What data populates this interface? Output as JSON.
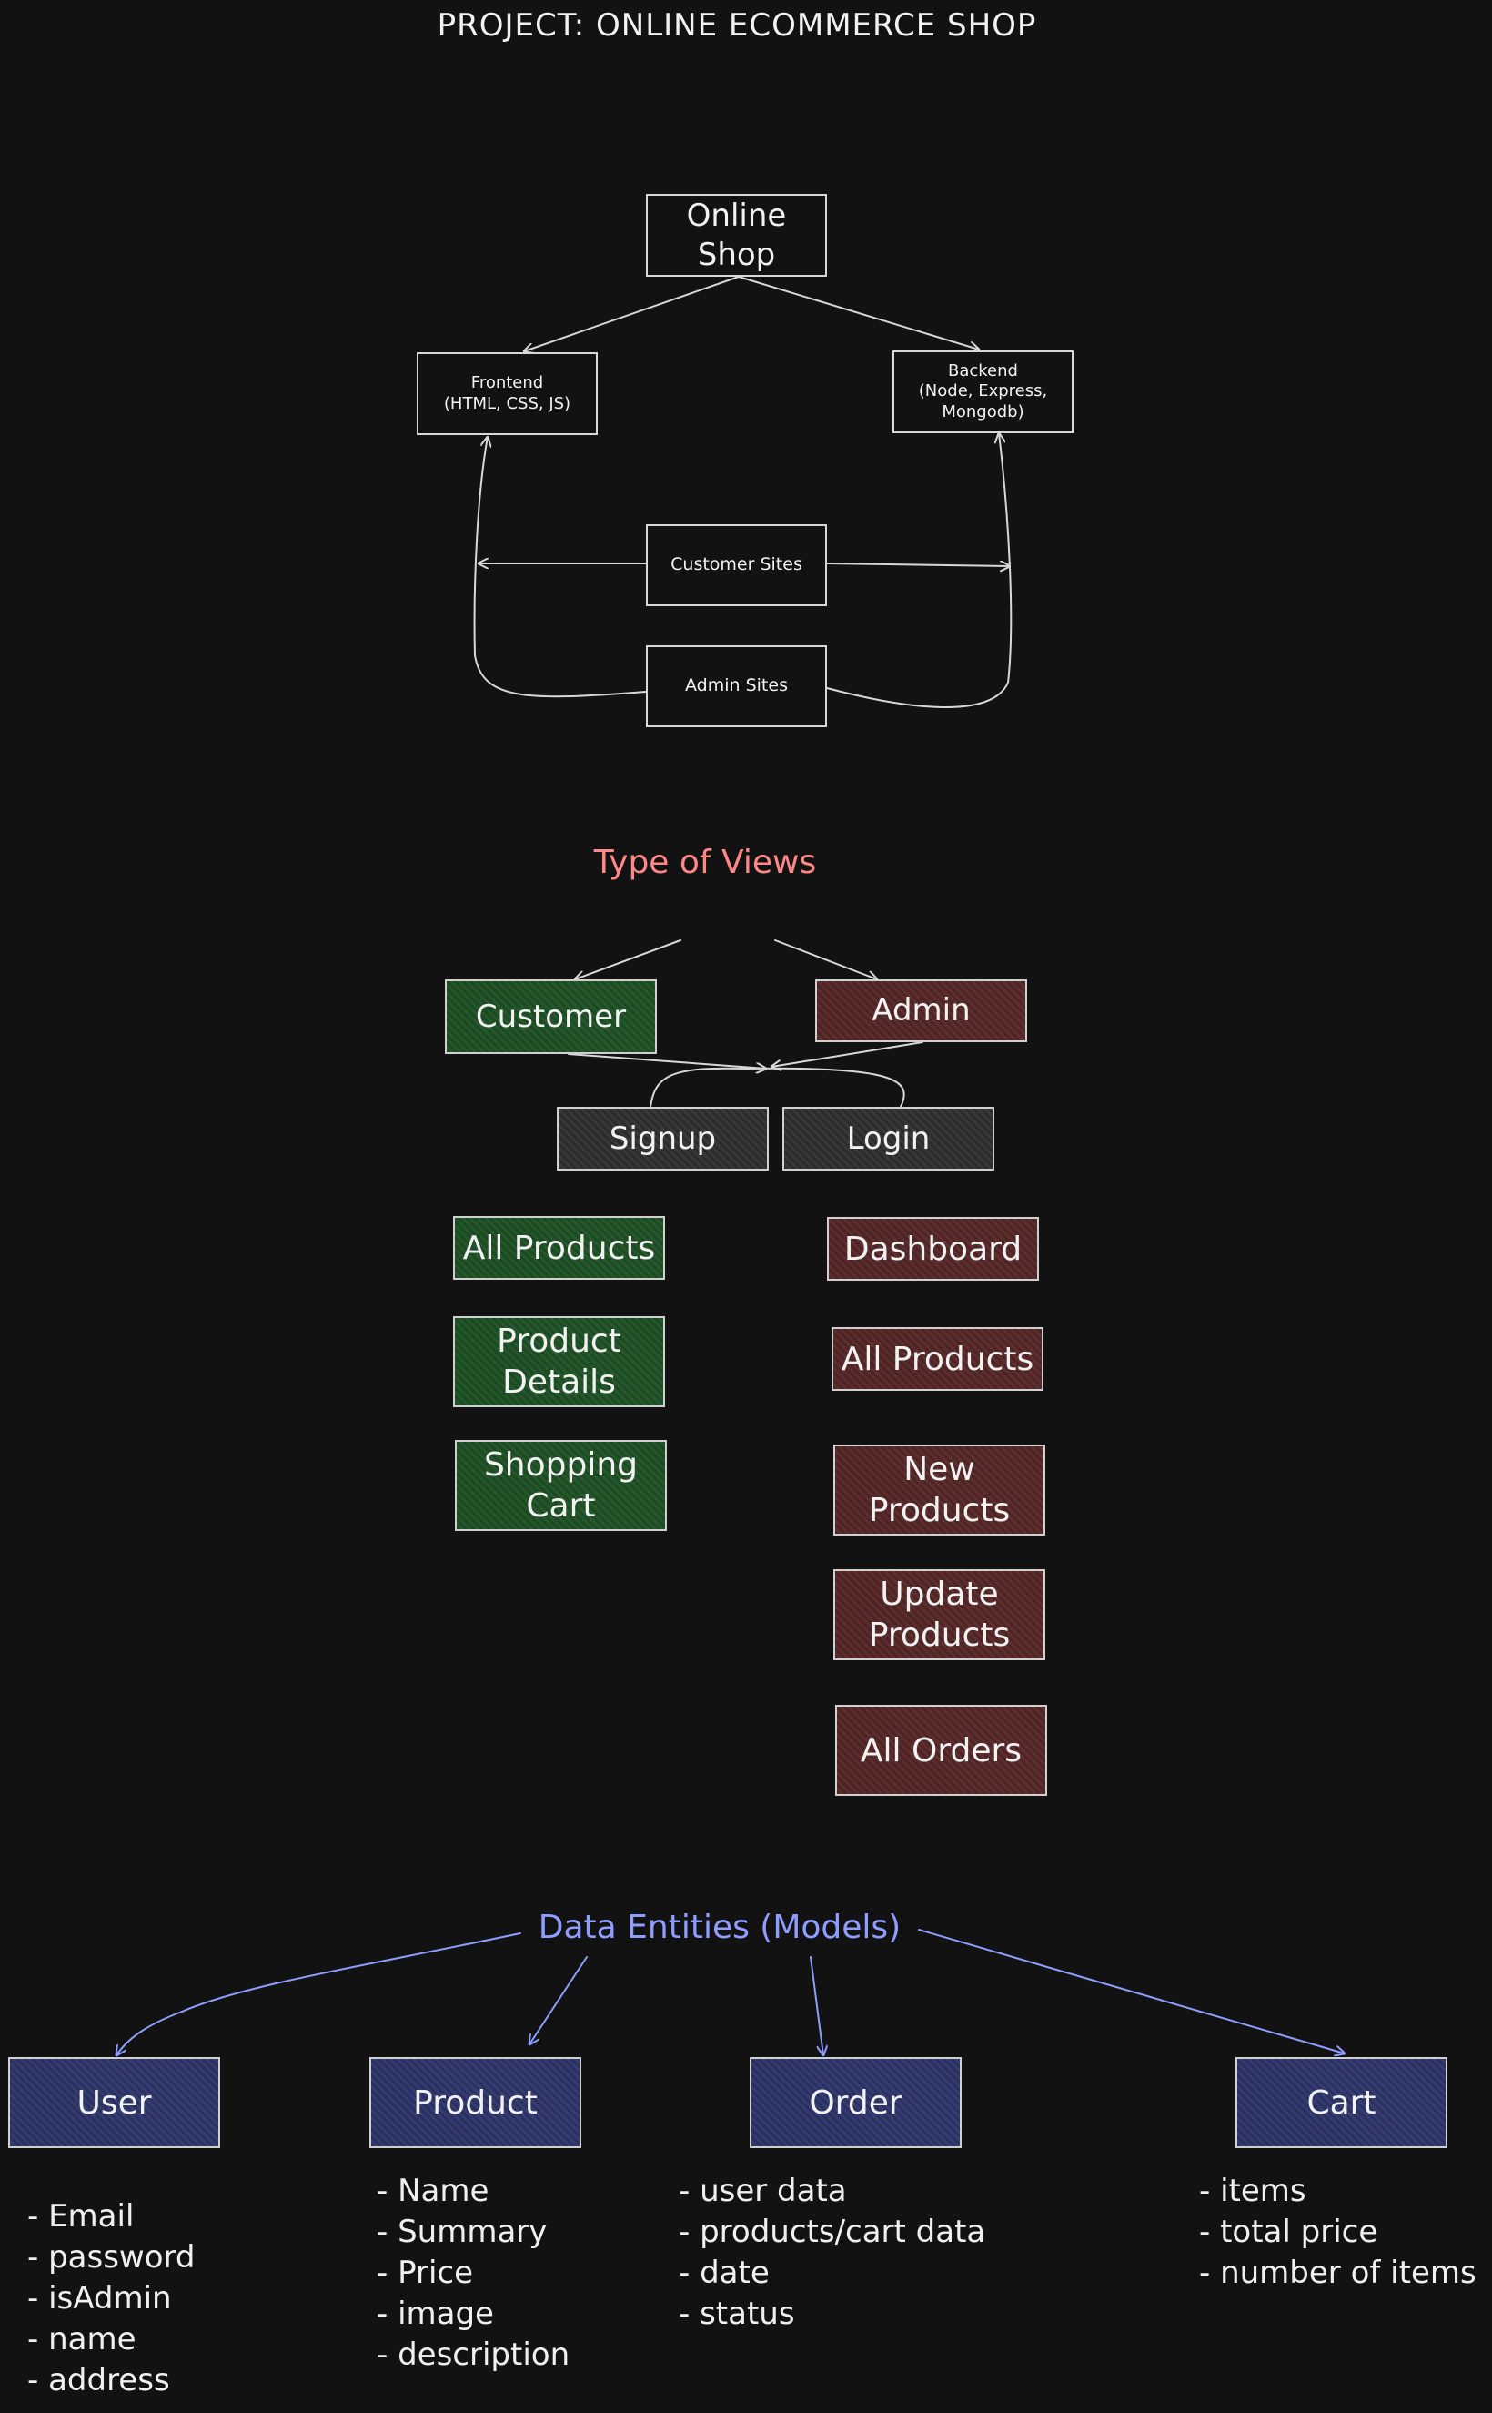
{
  "title": "PROJECT: ONLINE ECOMMERCE SHOP",
  "architecture": {
    "root": "Online Shop",
    "frontend": "Frontend\n(HTML, CSS, JS)",
    "backend": "Backend\n(Node, Express,\nMongodb)",
    "customer_sites": "Customer Sites",
    "admin_sites": "Admin Sites"
  },
  "views": {
    "heading": "Type of Views",
    "customer": "Customer",
    "admin": "Admin",
    "signup": "Signup",
    "login": "Login",
    "customer_pages": [
      "All Products",
      "Product\nDetails",
      "Shopping\nCart"
    ],
    "admin_pages": [
      "Dashboard",
      "All Products",
      "New\nProducts",
      "Update\nProducts",
      "All Orders"
    ]
  },
  "entities": {
    "heading": "Data Entities (Models)",
    "user": {
      "name": "User",
      "fields": [
        "Email",
        "password",
        "isAdmin",
        "name",
        "address"
      ]
    },
    "product": {
      "name": "Product",
      "fields": [
        "Name",
        "Summary",
        "Price",
        "image",
        "description"
      ]
    },
    "order": {
      "name": "Order",
      "fields": [
        "user data",
        "products/cart data",
        "date",
        "status"
      ]
    },
    "cart": {
      "name": "Cart",
      "fields": [
        "items",
        "total price",
        "number of items"
      ]
    }
  },
  "colors": {
    "views_heading": "#ff8787",
    "entities_heading": "#8f9dff",
    "entity_arrow": "#8f9dff",
    "customer_fill": "#26572c",
    "admin_fill": "#5d2e2e",
    "auth_fill": "#383838",
    "entity_fill": "#343c70"
  }
}
